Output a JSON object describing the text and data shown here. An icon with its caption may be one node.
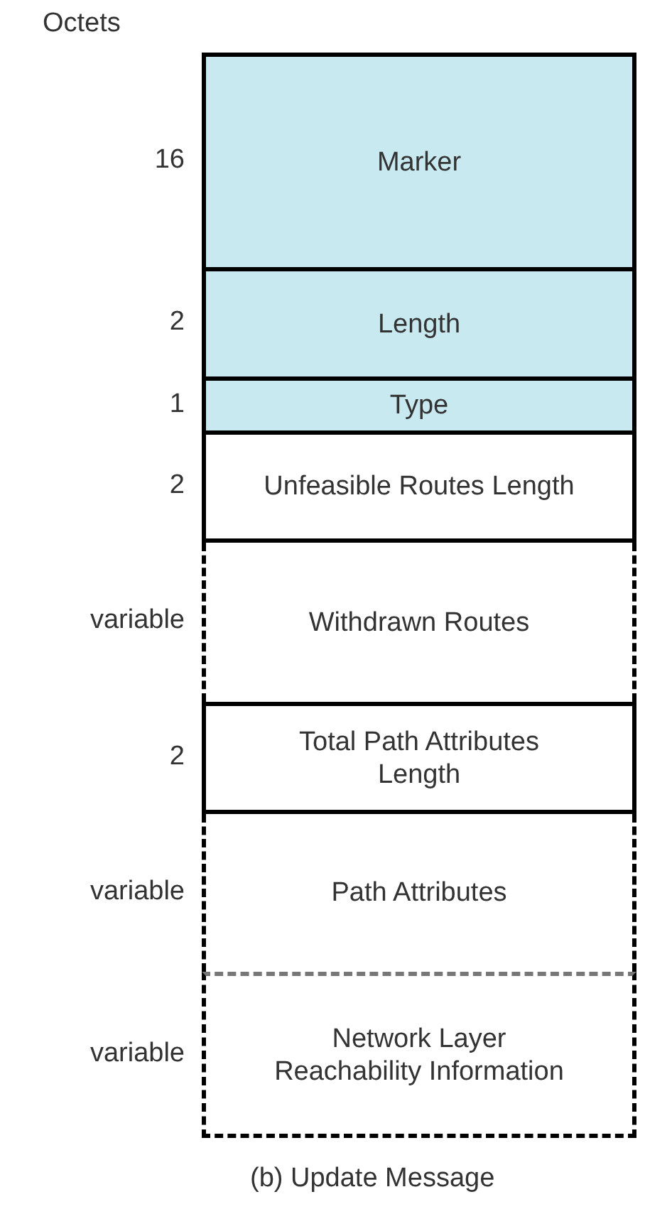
{
  "diagram": {
    "caption": "(b) Update Message",
    "nodes": [
      {
        "text": [
          "Marker"
        ],
        "beside": [
          "16"
        ]
      },
      {
        "text": [
          "Length"
        ],
        "beside": [
          "2"
        ]
      },
      {
        "text": [
          "Type"
        ],
        "beside": [
          "1"
        ]
      },
      {
        "text": [
          "Unfeasible Routes Length"
        ],
        "beside": [
          "2"
        ]
      },
      {
        "text": [
          "Withdrawn Routes"
        ],
        "beside": [
          "variable"
        ]
      },
      {
        "text": [
          "Total Path Attributes Length"
        ],
        "beside": [
          "2"
        ]
      },
      {
        "text": [
          "Path Attributes"
        ],
        "beside": [
          "variable"
        ]
      },
      {
        "text": [
          "Network Layer Reachability Information"
        ],
        "beside": [
          "variable"
        ]
      }
    ],
    "labels": [
      "Octets"
    ]
  }
}
